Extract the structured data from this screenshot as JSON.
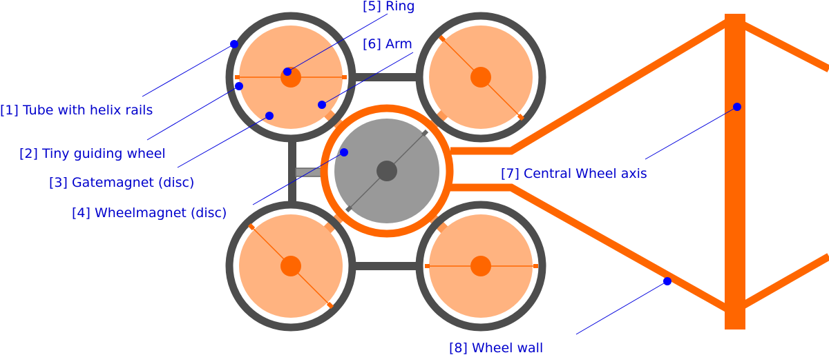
{
  "colors": {
    "tube": "#4d4d4d",
    "disc": "#ffb380",
    "accent": "#ff6600",
    "arm": "#ff9955",
    "magnet": "#999999",
    "magnet_dark": "#666666",
    "hub": "#555555",
    "label": "#0000cc",
    "leader": "#0000dd",
    "dot": "#0000ff"
  },
  "labels": {
    "tube": "[1] Tube with helix rails",
    "guiding_wheel": "[2] Tiny guiding wheel",
    "gatemagnet": "[3] Gatemagnet (disc)",
    "wheelmagnet": "[4] Wheelmagnet (disc)",
    "ring": "[5] Ring",
    "arm": "[6] Arm",
    "axis": "[7] Central Wheel axis",
    "wall": "[8] Wheel wall"
  }
}
